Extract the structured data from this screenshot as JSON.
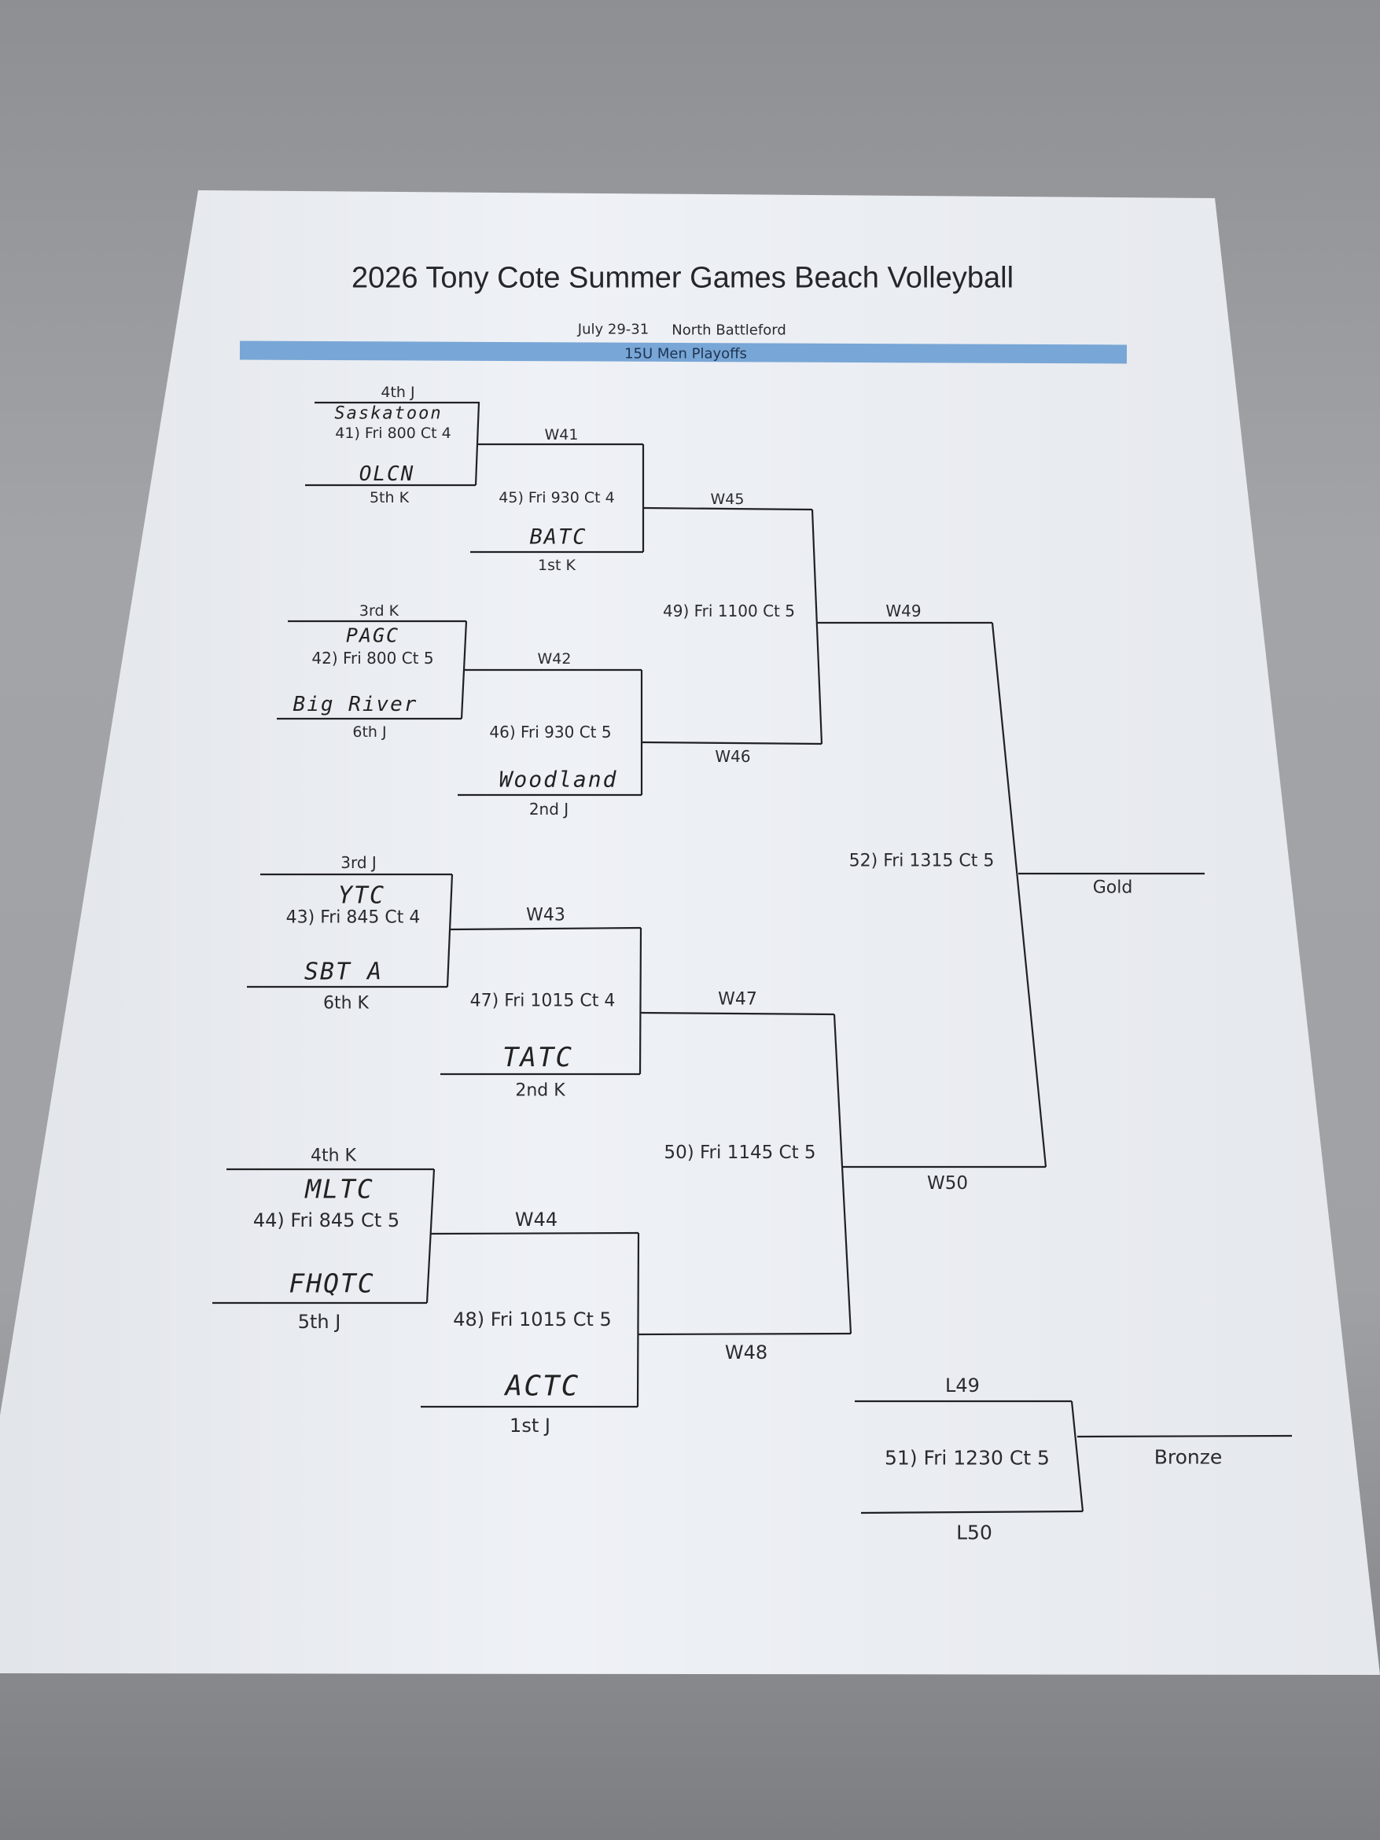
{
  "header": {
    "title": "2026 Tony Cote Summer Games Beach Volleyball",
    "dates": "July 29-31",
    "location": "North Battleford",
    "division": "15U Men Playoffs",
    "banner_color": "#78a6d6"
  },
  "round1": [
    {
      "seed_top": "4th J",
      "team_top": "Saskatoon",
      "match": "41) Fri 800 Ct 4",
      "team_bottom": "OLCN",
      "seed_bottom": "5th K"
    },
    {
      "seed_top": "3rd K",
      "team_top": "PAGC",
      "match": "42) Fri 800 Ct 5",
      "team_bottom": "Big River",
      "seed_bottom": "6th J"
    },
    {
      "seed_top": "3rd J",
      "team_top": "YTC",
      "match": "43) Fri 845 Ct 4",
      "team_bottom": "SBT A",
      "seed_bottom": "6th K"
    },
    {
      "seed_top": "4th K",
      "team_top": "MLTC",
      "match": "44) Fri 845 Ct 5",
      "team_bottom": "FHQTC",
      "seed_bottom": "5th J"
    }
  ],
  "round2": [
    {
      "winner_in": "W41",
      "match": "45) Fri 930 Ct 4",
      "team": "BATC",
      "seed": "1st K"
    },
    {
      "winner_in": "W42",
      "match": "46) Fri 930 Ct 5",
      "team": "Woodland",
      "seed": "2nd J"
    },
    {
      "winner_in": "W43",
      "match": "47) Fri 1015 Ct 4",
      "team": "TATC",
      "seed": "2nd K"
    },
    {
      "winner_in": "W44",
      "match": "48) Fri 1015 Ct 5",
      "team": "ACTC",
      "seed": "1st J"
    }
  ],
  "semis": [
    {
      "top": "W45",
      "match": "49) Fri 1100 Ct 5",
      "bottom": "W46"
    },
    {
      "top": "W47",
      "match": "50) Fri 1145 Ct 5",
      "bottom": "W48"
    }
  ],
  "final": {
    "top": "W49",
    "match": "52) Fri 1315 Ct 5",
    "bottom": "W50",
    "result": "Gold"
  },
  "bronze": {
    "top": "L49",
    "match": "51) Fri 1230 Ct 5",
    "bottom": "L50",
    "result": "Bronze"
  }
}
